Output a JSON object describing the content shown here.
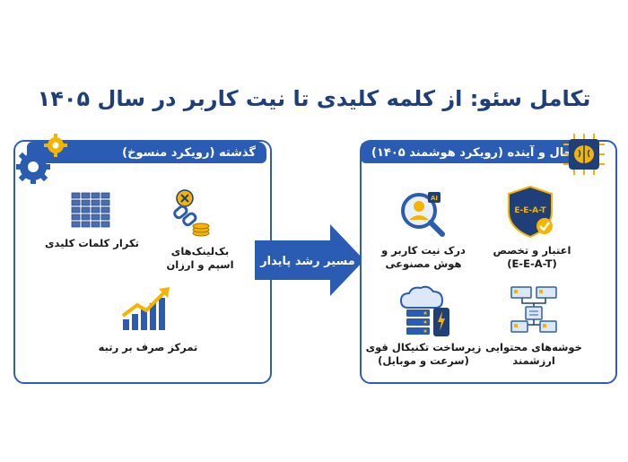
{
  "title": "تکامل سئو: از کلمه کلیدی تا نیت کاربر در سال ۱۴۰۵",
  "past": {
    "header": "گذشته (رویکرد منسوخ)",
    "items": [
      {
        "label": "تکرار کلمات کلیدی"
      },
      {
        "label_line1": "بک‌لینک‌های",
        "label_line2": "اسپم و ارزان"
      },
      {
        "label": "تمرکز صرف بر رتبه"
      }
    ]
  },
  "arrow": {
    "label": "مسیر رشد پایدار"
  },
  "future": {
    "header": "حال و آینده (رویکرد هوشمند ۱۴۰۵)",
    "items": [
      {
        "label_line1": "درک نیت کاربر و",
        "label_line2": "هوش مصنوعی"
      },
      {
        "label_line1": "اعتبار و تخصص",
        "label_line2": "(E-E-A-T)",
        "badge": "E-E-A-T"
      },
      {
        "label_line1": "زیرساخت تکنیکال قوی",
        "label_line2": "(سرعت و موبایل)"
      },
      {
        "label_line1": "خوشه‌های محتوایی",
        "label_line2": "ارزشمند"
      }
    ]
  },
  "colors": {
    "primary": "#2b5cb3",
    "accent": "#f5b400",
    "dark": "#1f3f7a"
  },
  "icons": [
    "gears-icon",
    "keyword-grid-icon",
    "broken-link-coins-icon",
    "bar-chart-arrow-icon",
    "ai-chip-brain-icon",
    "search-user-ai-icon",
    "eeat-shield-icon",
    "cloud-server-mobile-icon",
    "content-cluster-icon"
  ]
}
